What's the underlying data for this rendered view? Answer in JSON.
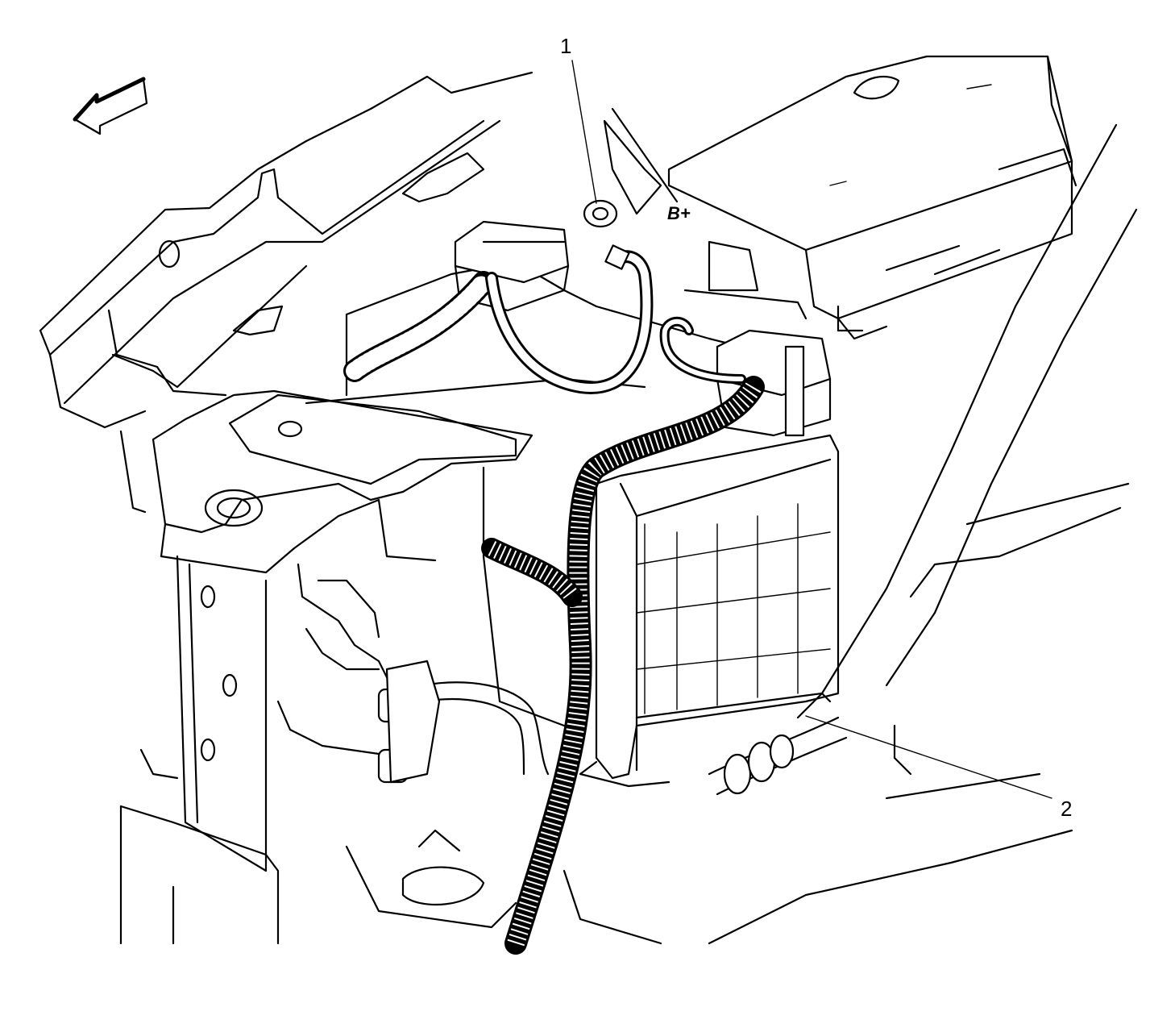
{
  "callouts": {
    "item_1": "1",
    "item_2": "2"
  },
  "part_label": "B+",
  "colors": {
    "line": "#000000",
    "background": "#ffffff"
  },
  "icons": [
    "direction-arrow-icon"
  ]
}
